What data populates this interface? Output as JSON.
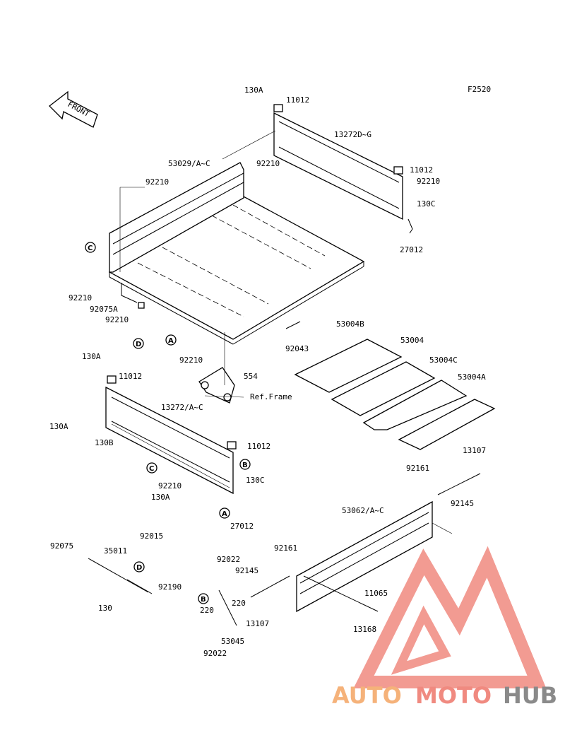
{
  "figure_code": "F2520",
  "front_label": "FRONT",
  "parts": [
    {
      "key": "p1",
      "text": "130A"
    },
    {
      "key": "p2",
      "text": "11012"
    },
    {
      "key": "p3",
      "text": "13272D~G"
    },
    {
      "key": "p4",
      "text": "11012"
    },
    {
      "key": "p5",
      "text": "92210"
    },
    {
      "key": "p6",
      "text": "130C"
    },
    {
      "key": "p7",
      "text": "27012"
    },
    {
      "key": "p8",
      "text": "53029/A~C"
    },
    {
      "key": "p9",
      "text": "92210"
    },
    {
      "key": "p10",
      "text": "92210"
    },
    {
      "key": "p11",
      "text": "92210"
    },
    {
      "key": "p12",
      "text": "92075A"
    },
    {
      "key": "p13",
      "text": "92210"
    },
    {
      "key": "p14",
      "text": "92043"
    },
    {
      "key": "p15",
      "text": "92210"
    },
    {
      "key": "p16",
      "text": "554"
    },
    {
      "key": "p17",
      "text": "Ref.Frame"
    },
    {
      "key": "p18",
      "text": "53004B"
    },
    {
      "key": "p19",
      "text": "53004"
    },
    {
      "key": "p20",
      "text": "53004C"
    },
    {
      "key": "p21",
      "text": "53004A"
    },
    {
      "key": "p22",
      "text": "130A"
    },
    {
      "key": "p23",
      "text": "11012"
    },
    {
      "key": "p24",
      "text": "13272/A~C"
    },
    {
      "key": "p25",
      "text": "130A"
    },
    {
      "key": "p26",
      "text": "130B"
    },
    {
      "key": "p27",
      "text": "11012"
    },
    {
      "key": "p28",
      "text": "92210"
    },
    {
      "key": "p29",
      "text": "130A"
    },
    {
      "key": "p30",
      "text": "130C"
    },
    {
      "key": "p31",
      "text": "27012"
    },
    {
      "key": "p32",
      "text": "13107"
    },
    {
      "key": "p33",
      "text": "92161"
    },
    {
      "key": "p34",
      "text": "92145"
    },
    {
      "key": "p35",
      "text": "53062/A~C"
    },
    {
      "key": "p36",
      "text": "92075"
    },
    {
      "key": "p37",
      "text": "92015"
    },
    {
      "key": "p38",
      "text": "35011"
    },
    {
      "key": "p39",
      "text": "92190"
    },
    {
      "key": "p40",
      "text": "130"
    },
    {
      "key": "p41",
      "text": "92022"
    },
    {
      "key": "p42",
      "text": "92161"
    },
    {
      "key": "p43",
      "text": "92145"
    },
    {
      "key": "p44",
      "text": "220"
    },
    {
      "key": "p45",
      "text": "220"
    },
    {
      "key": "p46",
      "text": "13107"
    },
    {
      "key": "p47",
      "text": "11065"
    },
    {
      "key": "p48",
      "text": "53045"
    },
    {
      "key": "p49",
      "text": "13168"
    },
    {
      "key": "p50",
      "text": "92022"
    }
  ],
  "callouts": [
    {
      "key": "c1",
      "letter": "C"
    },
    {
      "key": "c2",
      "letter": "D"
    },
    {
      "key": "c3",
      "letter": "A"
    },
    {
      "key": "c4",
      "letter": "C"
    },
    {
      "key": "c5",
      "letter": "B"
    },
    {
      "key": "c6",
      "letter": "A"
    },
    {
      "key": "c7",
      "letter": "D"
    },
    {
      "key": "c8",
      "letter": "B"
    }
  ],
  "watermark": {
    "part1": "AUTO",
    "part2": "MOTO",
    "part3": "HUB",
    "color1": "#f5b27a",
    "color2": "#f08a80",
    "color3": "#8a8a8a",
    "logo_color": "#f08a80"
  }
}
